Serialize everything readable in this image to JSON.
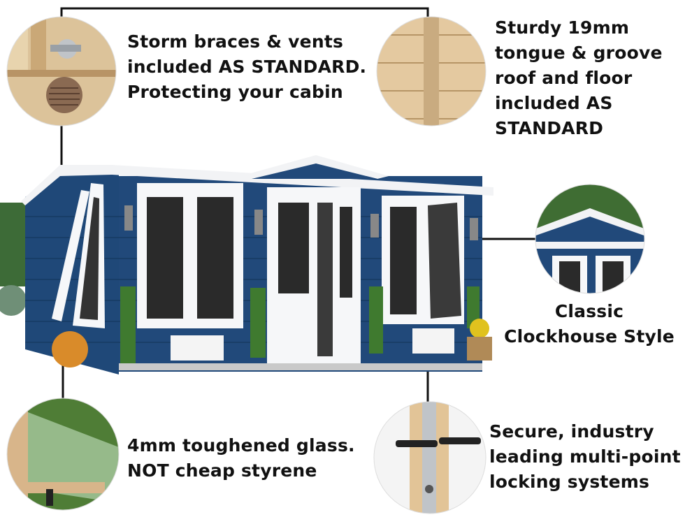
{
  "callouts": {
    "storm_braces": {
      "lines": [
        "Storm braces & vents",
        "included AS STANDARD.",
        "Protecting your cabin"
      ],
      "icon": "bolt-vent-icon"
    },
    "tongue_groove": {
      "lines": [
        "Sturdy 19mm",
        "tongue & groove",
        "roof and floor",
        "included AS",
        "STANDARD"
      ],
      "icon": "timber-boards-icon"
    },
    "clockhouse_style": {
      "lines": [
        "Classic",
        "Clockhouse Style"
      ],
      "icon": "roof-gable-icon"
    },
    "glass": {
      "lines": [
        "4mm toughened glass.",
        "NOT cheap styrene"
      ],
      "icon": "glass-window-icon"
    },
    "locking": {
      "lines": [
        "Secure, industry",
        "leading  multi‑point",
        "locking systems"
      ],
      "icon": "door-handle-icon"
    }
  },
  "colors": {
    "cabin_blue": "#1f4878",
    "frame_white": "#f6f7f9",
    "timber": "#d9b98a",
    "leader_line": "#111111",
    "text": "#111111"
  }
}
